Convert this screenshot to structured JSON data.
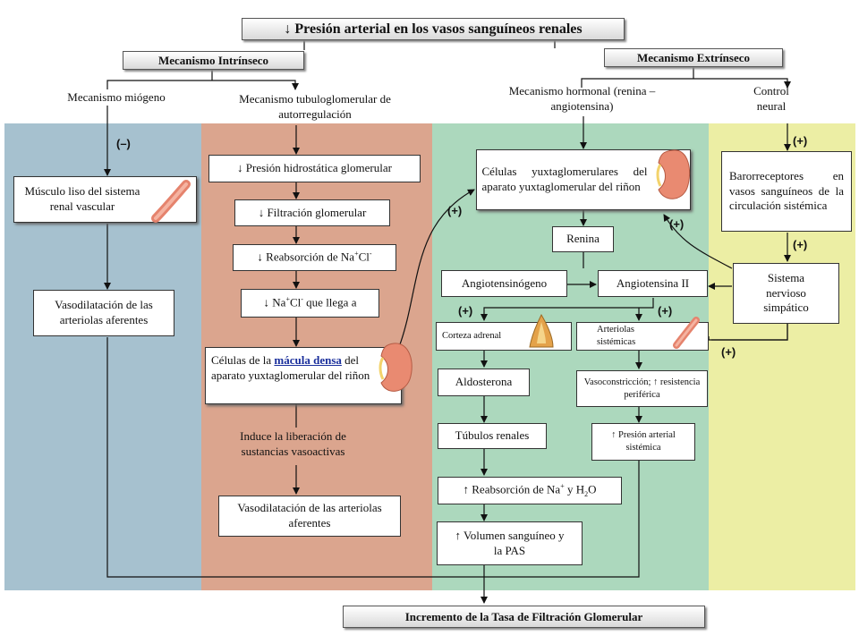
{
  "title": "↓ Presión arterial en los vasos sanguíneos renales",
  "intrinsic": {
    "header": "Mecanismo Intrínseco",
    "myogenic": {
      "label": "Mecanismo miógeno",
      "sign": "(–)",
      "muscle_box": "Músculo liso del sistema renal vascular",
      "vasodilation_box": "Vasodilatación de las arteriolas aferentes"
    },
    "tubulo": {
      "label": "Mecanismo tubuloglomerular de autorregulación",
      "step1": "↓ Presión hidrostática glomerular",
      "step2": "↓ Filtración glomerular",
      "step3_prefix": "↓ Reabsorción de Na",
      "step3_sup1": "+",
      "step3_mid": "Cl",
      "step3_sup2": "-",
      "step4_prefix": "↓ Na",
      "step4_sup1": "+",
      "step4_mid": "Cl",
      "step4_sup2": "-",
      "step4_suffix": " que llega a",
      "macula_prefix": "Células de la ",
      "macula_link": "mácula densa",
      "macula_suffix": " del aparato yuxtaglomerular del riñon",
      "induce_text": "Induce la liberación de sustancias vasoactivas",
      "vasodilation_box": "Vasodilatación de las arteriolas aferentes"
    }
  },
  "extrinsic": {
    "header": "Mecanismo Extrínseco",
    "hormonal": {
      "label": "Mecanismo hormonal (renina – angiotensina)",
      "juxta_box": "Células yuxtaglomerulares del aparato yuxtaglomerular del riñon",
      "plus1": "(+)",
      "plus2": "(+)",
      "renin": "Renina",
      "angiotensinogen": "Angiotensinógeno",
      "angiotensin2": "Angiotensina II",
      "plus3": "(+)",
      "plus4": "(+)",
      "adrenal_cortex": "Corteza adrenal",
      "systemic_arterioles": "Arteriolas sistémicas",
      "aldosterone": "Aldosterona",
      "renal_tubules": "Túbulos renales",
      "reabsorption_prefix": "↑ Reabsorción de Na",
      "reabsorption_sup": "+",
      "reabsorption_mid": " y H",
      "reabsorption_sub": "2",
      "reabsorption_suffix": "O",
      "volume": "↑ Volumen sanguíneo y la PAS",
      "vasoconstriction": "Vasoconstricción; ↑ resistencia periférica",
      "systemic_pressure": "↑ Presión arterial sistémica"
    },
    "neural": {
      "label": "Control neural",
      "plus1": "(+)",
      "baroreceptors": "Barorreceptores en vasos sanguíneos de la circulación sistémica",
      "plus2": "(+)",
      "sympathetic": "Sistema nervioso simpático",
      "plus3": "(+)"
    }
  },
  "footer": "Incremento de la Tasa de Filtración Glomerular",
  "colors": {
    "panel_myogenic": "#a6c1cf",
    "panel_tubulo": "#dba58e",
    "panel_hormonal": "#acd8bd",
    "panel_neural": "#eceea4",
    "macula_link": "#1a2f9c"
  }
}
